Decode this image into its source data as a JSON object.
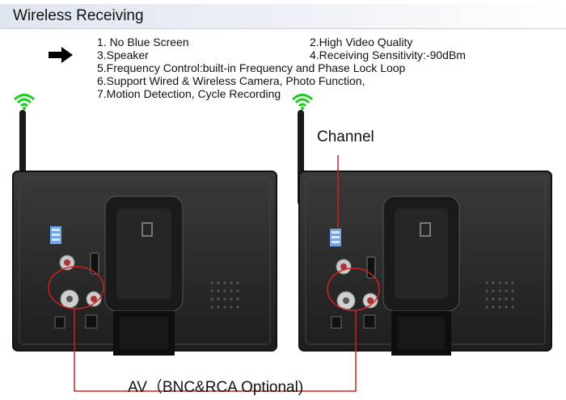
{
  "header": {
    "title": "Wireless Receiving"
  },
  "features": [
    "1. No Blue Screen",
    "2.High Video Quality",
    "3.Speaker",
    "4.Receiving Sensitivity:-90dBm",
    "5.Frequency Control:built-in Frequency and Phase Lock Loop",
    "6.Support Wired & Wireless Camera, Photo Function,",
    "7.Motion Detection, Cycle Recording"
  ],
  "labels": {
    "channel": "Channel",
    "av": "AV（BNC&RCA Optional)"
  },
  "colors": {
    "wifi": "#22cc22",
    "callout": "#cc2222",
    "monitor": "#2b2b2b"
  }
}
